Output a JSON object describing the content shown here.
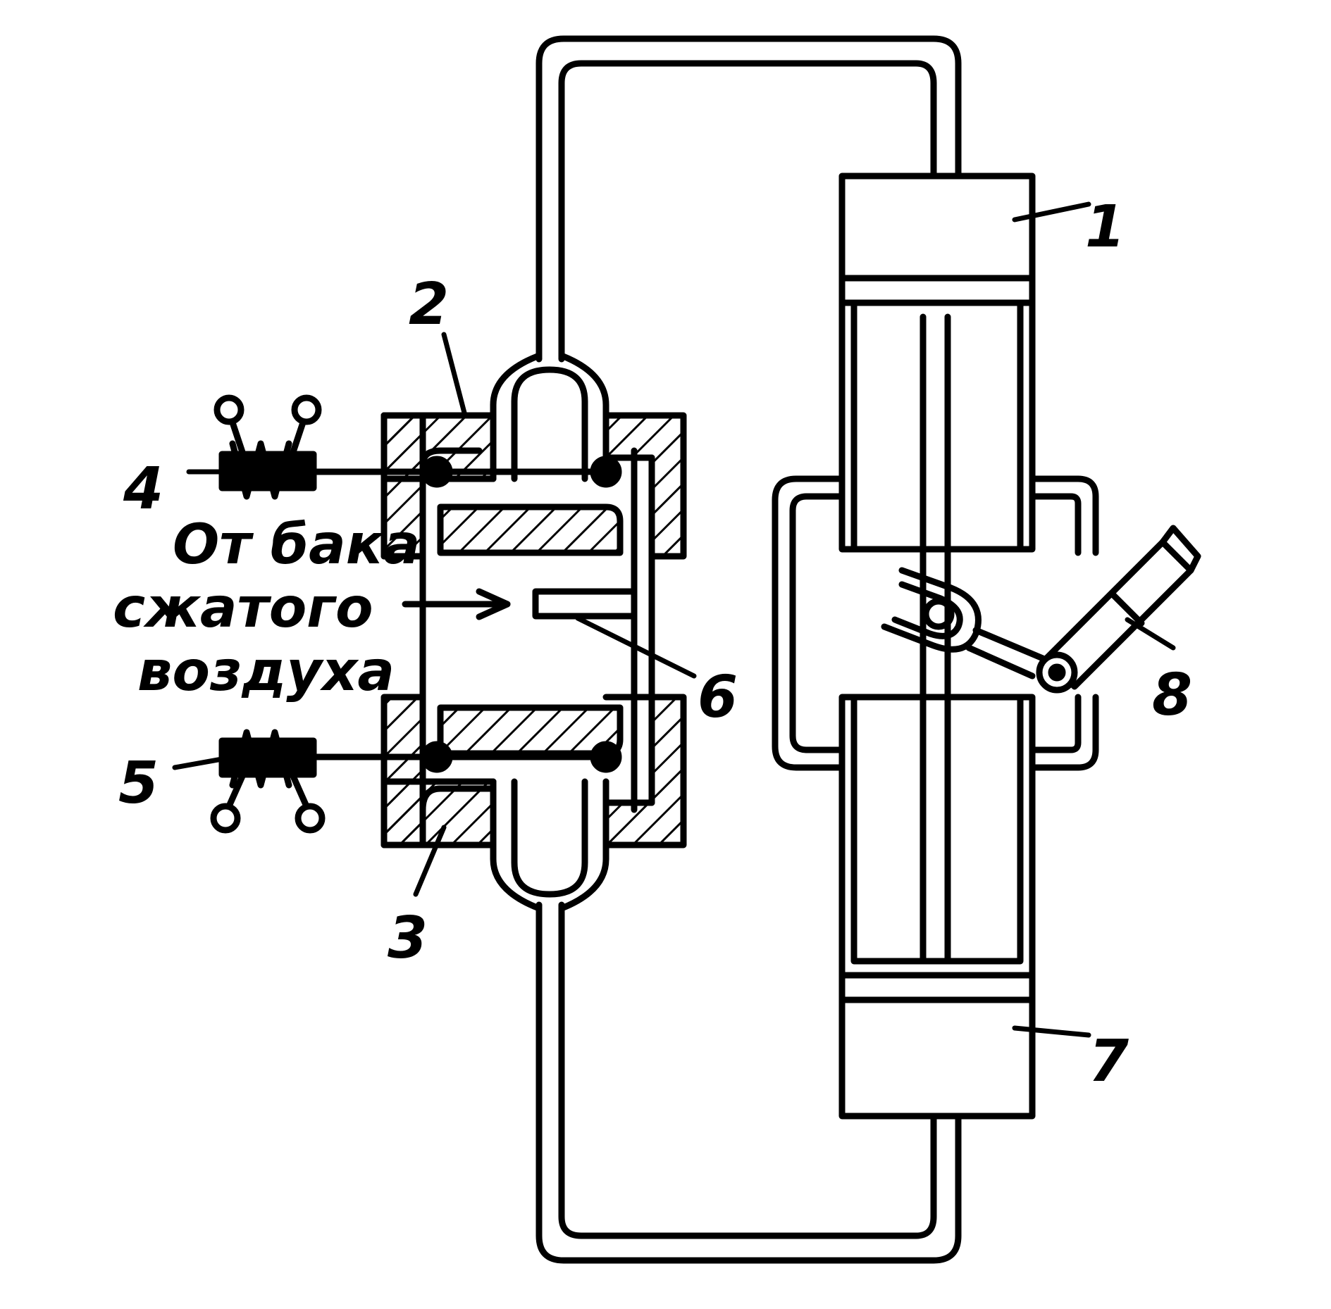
{
  "diagram": {
    "colors": {
      "ink": "#000000",
      "paper": "#ffffff"
    },
    "callouts": {
      "cylinder_top": "1",
      "upper_valve": "2",
      "lower_valve": "3",
      "upper_solenoid": "4",
      "lower_solenoid": "5",
      "inlet_channel": "6",
      "cylinder_bottom": "7",
      "lever": "8"
    },
    "inlet_caption": {
      "line1": "От бака",
      "line2": "сжатого",
      "line3": "воздуха"
    }
  }
}
